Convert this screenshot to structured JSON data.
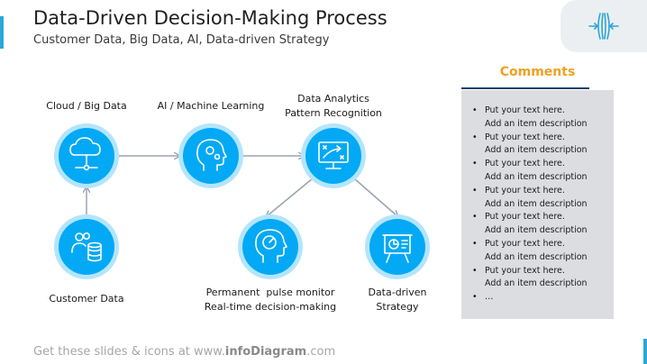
{
  "header": {
    "title": "Data-Driven Decision-Making Process",
    "subtitle": "Customer Data, Big Data, AI, Data-driven Strategy"
  },
  "logo": {
    "icon": "compress-arrows-icon"
  },
  "colors": {
    "node_fill": "#03a9f4",
    "node_ring": "#b3e5fc",
    "arrow": "#9aa3ad",
    "accent_orange": "#f0a020",
    "panel": "#dcdde0"
  },
  "diagram": {
    "nodes": [
      {
        "id": "cloud-big-data",
        "label_lines": [
          "Cloud / Big Data"
        ],
        "icon": "cloud-network-icon"
      },
      {
        "id": "ai-machine-learning",
        "label_lines": [
          "AI / Machine Learning"
        ],
        "icon": "head-gears-icon"
      },
      {
        "id": "data-analytics",
        "label_lines": [
          "Data Analytics",
          "Pattern Recognition"
        ],
        "icon": "monitor-strategy-icon"
      },
      {
        "id": "customer-data",
        "label_lines": [
          "Customer Data"
        ],
        "icon": "users-database-icon"
      },
      {
        "id": "pulse-monitor",
        "label_lines": [
          "Permanent  pulse monitor",
          "Real-time decision-making"
        ],
        "icon": "head-gauge-icon"
      },
      {
        "id": "data-driven-strategy",
        "label_lines": [
          "Data-driven",
          "Strategy"
        ],
        "icon": "presentation-chart-icon"
      }
    ]
  },
  "comments": {
    "title": "Comments",
    "items": [
      {
        "line1": "Put your text here.",
        "line2": "Add an item description"
      },
      {
        "line1": "Put your text here.",
        "line2": "Add an item description"
      },
      {
        "line1": "Put your text here.",
        "line2": "Add an item description"
      },
      {
        "line1": "Put your text here.",
        "line2": "Add an item description"
      },
      {
        "line1": "Put your text here.",
        "line2": "Add an item description"
      },
      {
        "line1": "Put your text here.",
        "line2": "Add an item description"
      },
      {
        "line1": "Put your text here.",
        "line2": "Add an item description"
      },
      {
        "line1": "…",
        "line2": ""
      }
    ]
  },
  "footer": {
    "prefix": "Get these slides & icons at www.",
    "brand": "infoDiagram",
    "suffix": ".com"
  }
}
